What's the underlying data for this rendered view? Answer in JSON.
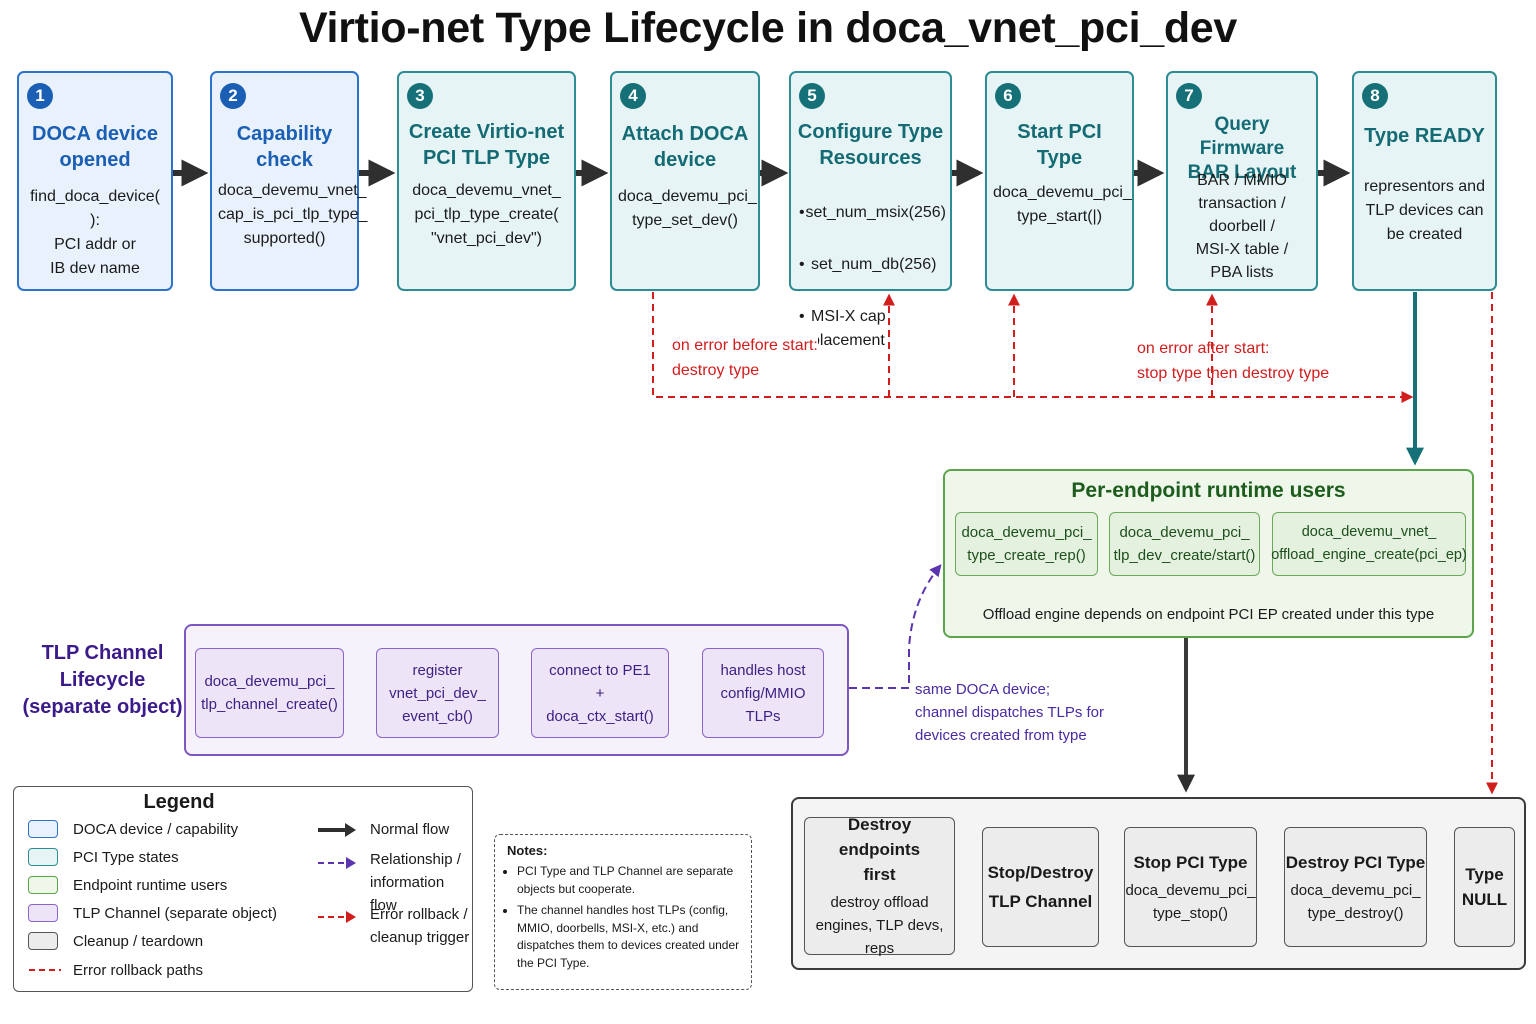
{
  "title": "Virtio-net Type Lifecycle in doca_vnet_pci_dev",
  "steps": [
    {
      "num": "1",
      "title": "DOCA device\nopened",
      "body": "find_doca_device( ):\nPCI addr or\nIB dev name"
    },
    {
      "num": "2",
      "title": "Capability\ncheck",
      "body": "doca_devemu_vnet_\ncap_is_pci_tlp_type_\nsupported()"
    },
    {
      "num": "3",
      "title": "Create Virtio-net\nPCI TLP Type",
      "body": "doca_devemu_vnet_\npci_tlp_type_create(\n\"vnet_pci_dev\")"
    },
    {
      "num": "4",
      "title": "Attach DOCA\ndevice",
      "body": "doca_devemu_pci_\ntype_set_dev()"
    },
    {
      "num": "5",
      "title": "Configure Type\nResources",
      "bullets": [
        "set_num_msix(256)",
        "set_num_db(256)",
        "MSI-X cap\nplacement"
      ]
    },
    {
      "num": "6",
      "title": "Start PCI Type",
      "body": "doca_devemu_pci_\ntype_start(|)"
    },
    {
      "num": "7",
      "title": "Query Firmware\nBAR Layout",
      "body": "BAR / MMIO\ntransaction /\ndoorbell /\nMSI-X table /\nPBA lists"
    },
    {
      "num": "8",
      "title": "Type READY",
      "body": "representors and\nTLP devices can\nbe created"
    }
  ],
  "error_labels": {
    "before_start": "on error before start:\ndestroy type",
    "after_start": "on error after start:\nstop type then destroy type"
  },
  "runtime": {
    "title": "Per-endpoint runtime users",
    "items": [
      "doca_devemu_pci_\ntype_create_rep()",
      "doca_devemu_pci_\ntlp_dev_create/start()",
      "doca_devemu_vnet_\noffload_engine_create(pci_ep)"
    ],
    "caption": "Offload engine depends on endpoint PCI EP created under this type"
  },
  "tlp": {
    "label": "TLP Channel\nLifecycle\n(separate object)",
    "items": [
      "doca_devemu_pci_\ntlp_channel_create()",
      "register\nvnet_pci_dev_\nevent_cb()",
      "connect to PE1\n+\ndoca_ctx_start()",
      "handles host\nconfig/MMIO\nTLPs"
    ],
    "relation": "same DOCA device;\nchannel dispatches TLPs for\ndevices created from type"
  },
  "cleanup": [
    {
      "title": "Destroy endpoints\nfirst",
      "body": "destroy offload\nengines, TLP devs,\nreps"
    },
    {
      "title": "Stop/Destroy\nTLP Channel",
      "body": ""
    },
    {
      "title": "Stop PCI Type",
      "body": "doca_devemu_pci_\ntype_stop()"
    },
    {
      "title": "Destroy PCI Type",
      "body": "doca_devemu_pci_\ntype_destroy()"
    },
    {
      "title": "Type\nNULL",
      "body": ""
    }
  ],
  "legend": {
    "title": "Legend",
    "items": [
      {
        "label": "DOCA device / capability",
        "fill": "#e9f2fc",
        "stroke": "#2c73c9"
      },
      {
        "label": "PCI Type states",
        "fill": "#e6f4f5",
        "stroke": "#2e8c94"
      },
      {
        "label": "Endpoint runtime users",
        "fill": "#eef7ea",
        "stroke": "#5da54a"
      },
      {
        "label": "TLP Channel (separate object)",
        "fill": "#ede4f8",
        "stroke": "#8a64c8"
      },
      {
        "label": "Cleanup / teardown",
        "fill": "#ececec",
        "stroke": "#555555"
      }
    ],
    "error_paths": "Error rollback paths",
    "lines": [
      {
        "label": "Normal flow",
        "style": "solid-dark"
      },
      {
        "label": "Relationship /\ninformation flow",
        "style": "dashed-purple"
      },
      {
        "label": "Error rollback /\ncleanup trigger",
        "style": "dashed-red"
      }
    ]
  },
  "notes": {
    "title": "Notes:",
    "items": [
      "PCI Type and TLP Channel are separate objects but cooperate.",
      "The channel handles host TLPs (config, MMIO, doorbells, MSI-X, etc.) and dispatches them to devices created under the PCI Type."
    ]
  },
  "colors": {
    "blue": "#1b5fb4",
    "teal": "#167078",
    "green": "#5da54a",
    "purple": "#5b34b0",
    "red": "#d21d1d",
    "dark": "#333333"
  }
}
